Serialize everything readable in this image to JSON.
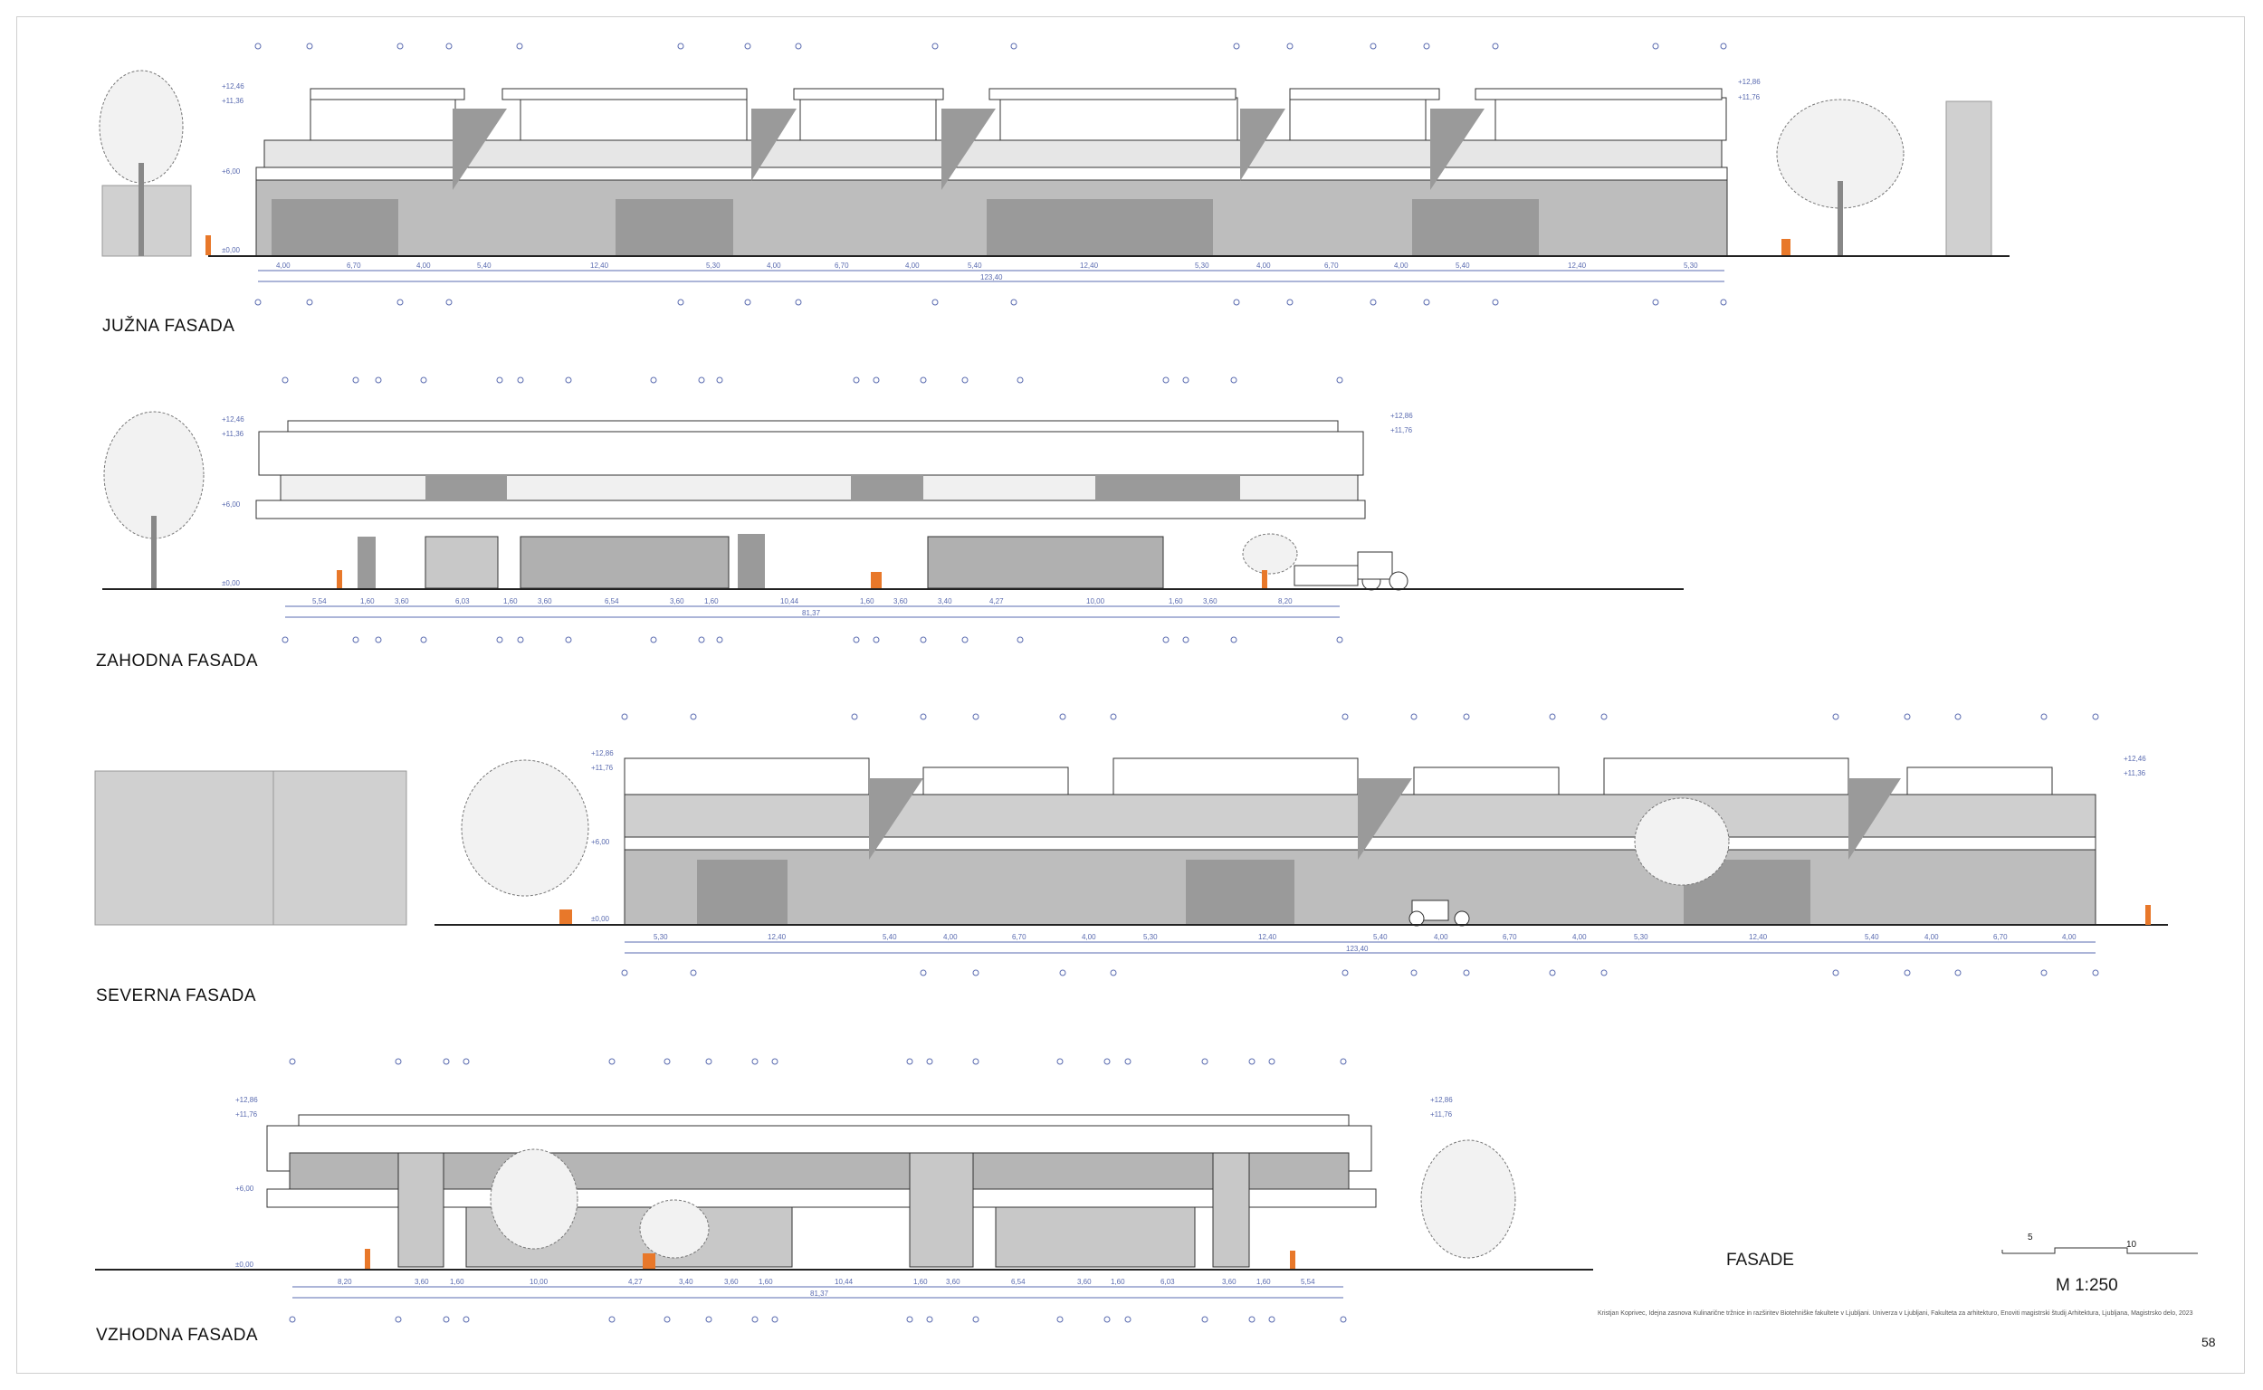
{
  "sheet": {
    "title": "FASADE",
    "scale": "M 1:250",
    "scale_bar": {
      "mid": "5",
      "end": "10"
    },
    "credit": "Kristjan Koprivec, Idejna zasnova Kulinarične tržnice in razširitev Biotehniške fakultete v Ljubljani. Univerza v Ljubljani, Fakulteta za arhitekturo, Enoviti magistrski študij Arhitektura, Ljubljana, Magistrsko delo, 2023",
    "page_number": "58"
  },
  "colors": {
    "shade": "#9a9a9a",
    "wall": "#c8c8c8",
    "line": "#333333",
    "dim": "#5a6bb0",
    "person": "#e8782a"
  },
  "facades": [
    {
      "title": "JUŽNA FASADA",
      "levels_left": [
        "+12,46",
        "+11,36",
        "+6,00",
        "±0,00"
      ],
      "levels_right": [
        "+12,86",
        "+11,76"
      ],
      "dims": [
        "4,00",
        "6,70",
        "4,00",
        "5,40",
        "12,40",
        "5,30",
        "4,00",
        "6,70",
        "4,00",
        "5,40",
        "12,40",
        "5,30",
        "4,00",
        "6,70",
        "4,00",
        "5,40",
        "12,40",
        "5,30"
      ],
      "total": "123,40"
    },
    {
      "title": "ZAHODNA FASADA",
      "levels_left": [
        "+12,46",
        "+11,36",
        "+6,00",
        "±0,00"
      ],
      "levels_right": [
        "+12,86",
        "+11,76"
      ],
      "dims": [
        "5,54",
        "1,60",
        "3,60",
        "6,03",
        "1,60",
        "3,60",
        "6,54",
        "3,60",
        "1,60",
        "10,44",
        "1,60",
        "3,60",
        "3,40",
        "4,27",
        "10,00",
        "1,60",
        "3,60",
        "8,20"
      ],
      "total": "81,37"
    },
    {
      "title": "SEVERNA FASADA",
      "levels_left": [
        "+12,86",
        "+11,76",
        "+6,00",
        "±0,00"
      ],
      "levels_right": [
        "+12,46",
        "+11,36"
      ],
      "dims": [
        "5,30",
        "12,40",
        "5,40",
        "4,00",
        "6,70",
        "4,00",
        "5,30",
        "12,40",
        "5,40",
        "4,00",
        "6,70",
        "4,00",
        "5,30",
        "12,40",
        "5,40",
        "4,00",
        "6,70",
        "4,00"
      ],
      "total": "123,40"
    },
    {
      "title": "VZHODNA FASADA",
      "levels_left": [
        "+12,86",
        "+11,76",
        "+6,00",
        "±0,00"
      ],
      "levels_right": [
        "+12,86",
        "+11,76"
      ],
      "dims": [
        "8,20",
        "3,60",
        "1,60",
        "10,00",
        "4,27",
        "3,40",
        "3,60",
        "1,60",
        "10,44",
        "1,60",
        "3,60",
        "6,54",
        "3,60",
        "1,60",
        "6,03",
        "3,60",
        "1,60",
        "5,54"
      ],
      "total": "81,37"
    }
  ]
}
